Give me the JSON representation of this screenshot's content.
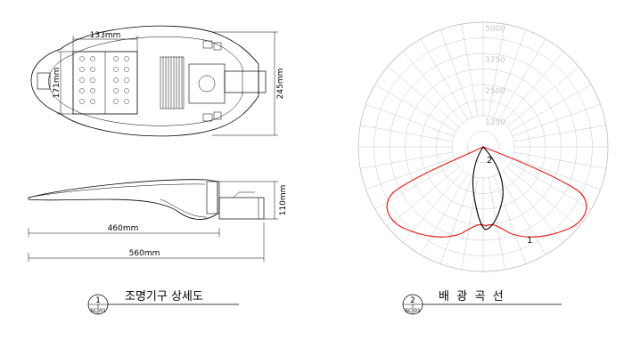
{
  "drawing_left": {
    "dimensions": {
      "led_module_width": "133mm",
      "led_module_height": "171mm",
      "total_width": "245mm",
      "height": "110mm",
      "inner_length": "460mm",
      "total_length": "560mm"
    },
    "title": {
      "number": "1",
      "sheet_ref": "SC 01",
      "text": "조명기구 상세도"
    }
  },
  "drawing_right": {
    "polar_chart": {
      "ring_values": [
        "1250",
        "2500",
        "3750",
        "5000"
      ],
      "curve_labels": [
        "1",
        "2"
      ],
      "colors": {
        "curve_1": "#e02020",
        "curve_2": "#000000",
        "grid": "#c6c6c6"
      }
    },
    "title": {
      "number": "2",
      "sheet_ref": "SC 01",
      "text": "배  광  곡  선"
    }
  }
}
